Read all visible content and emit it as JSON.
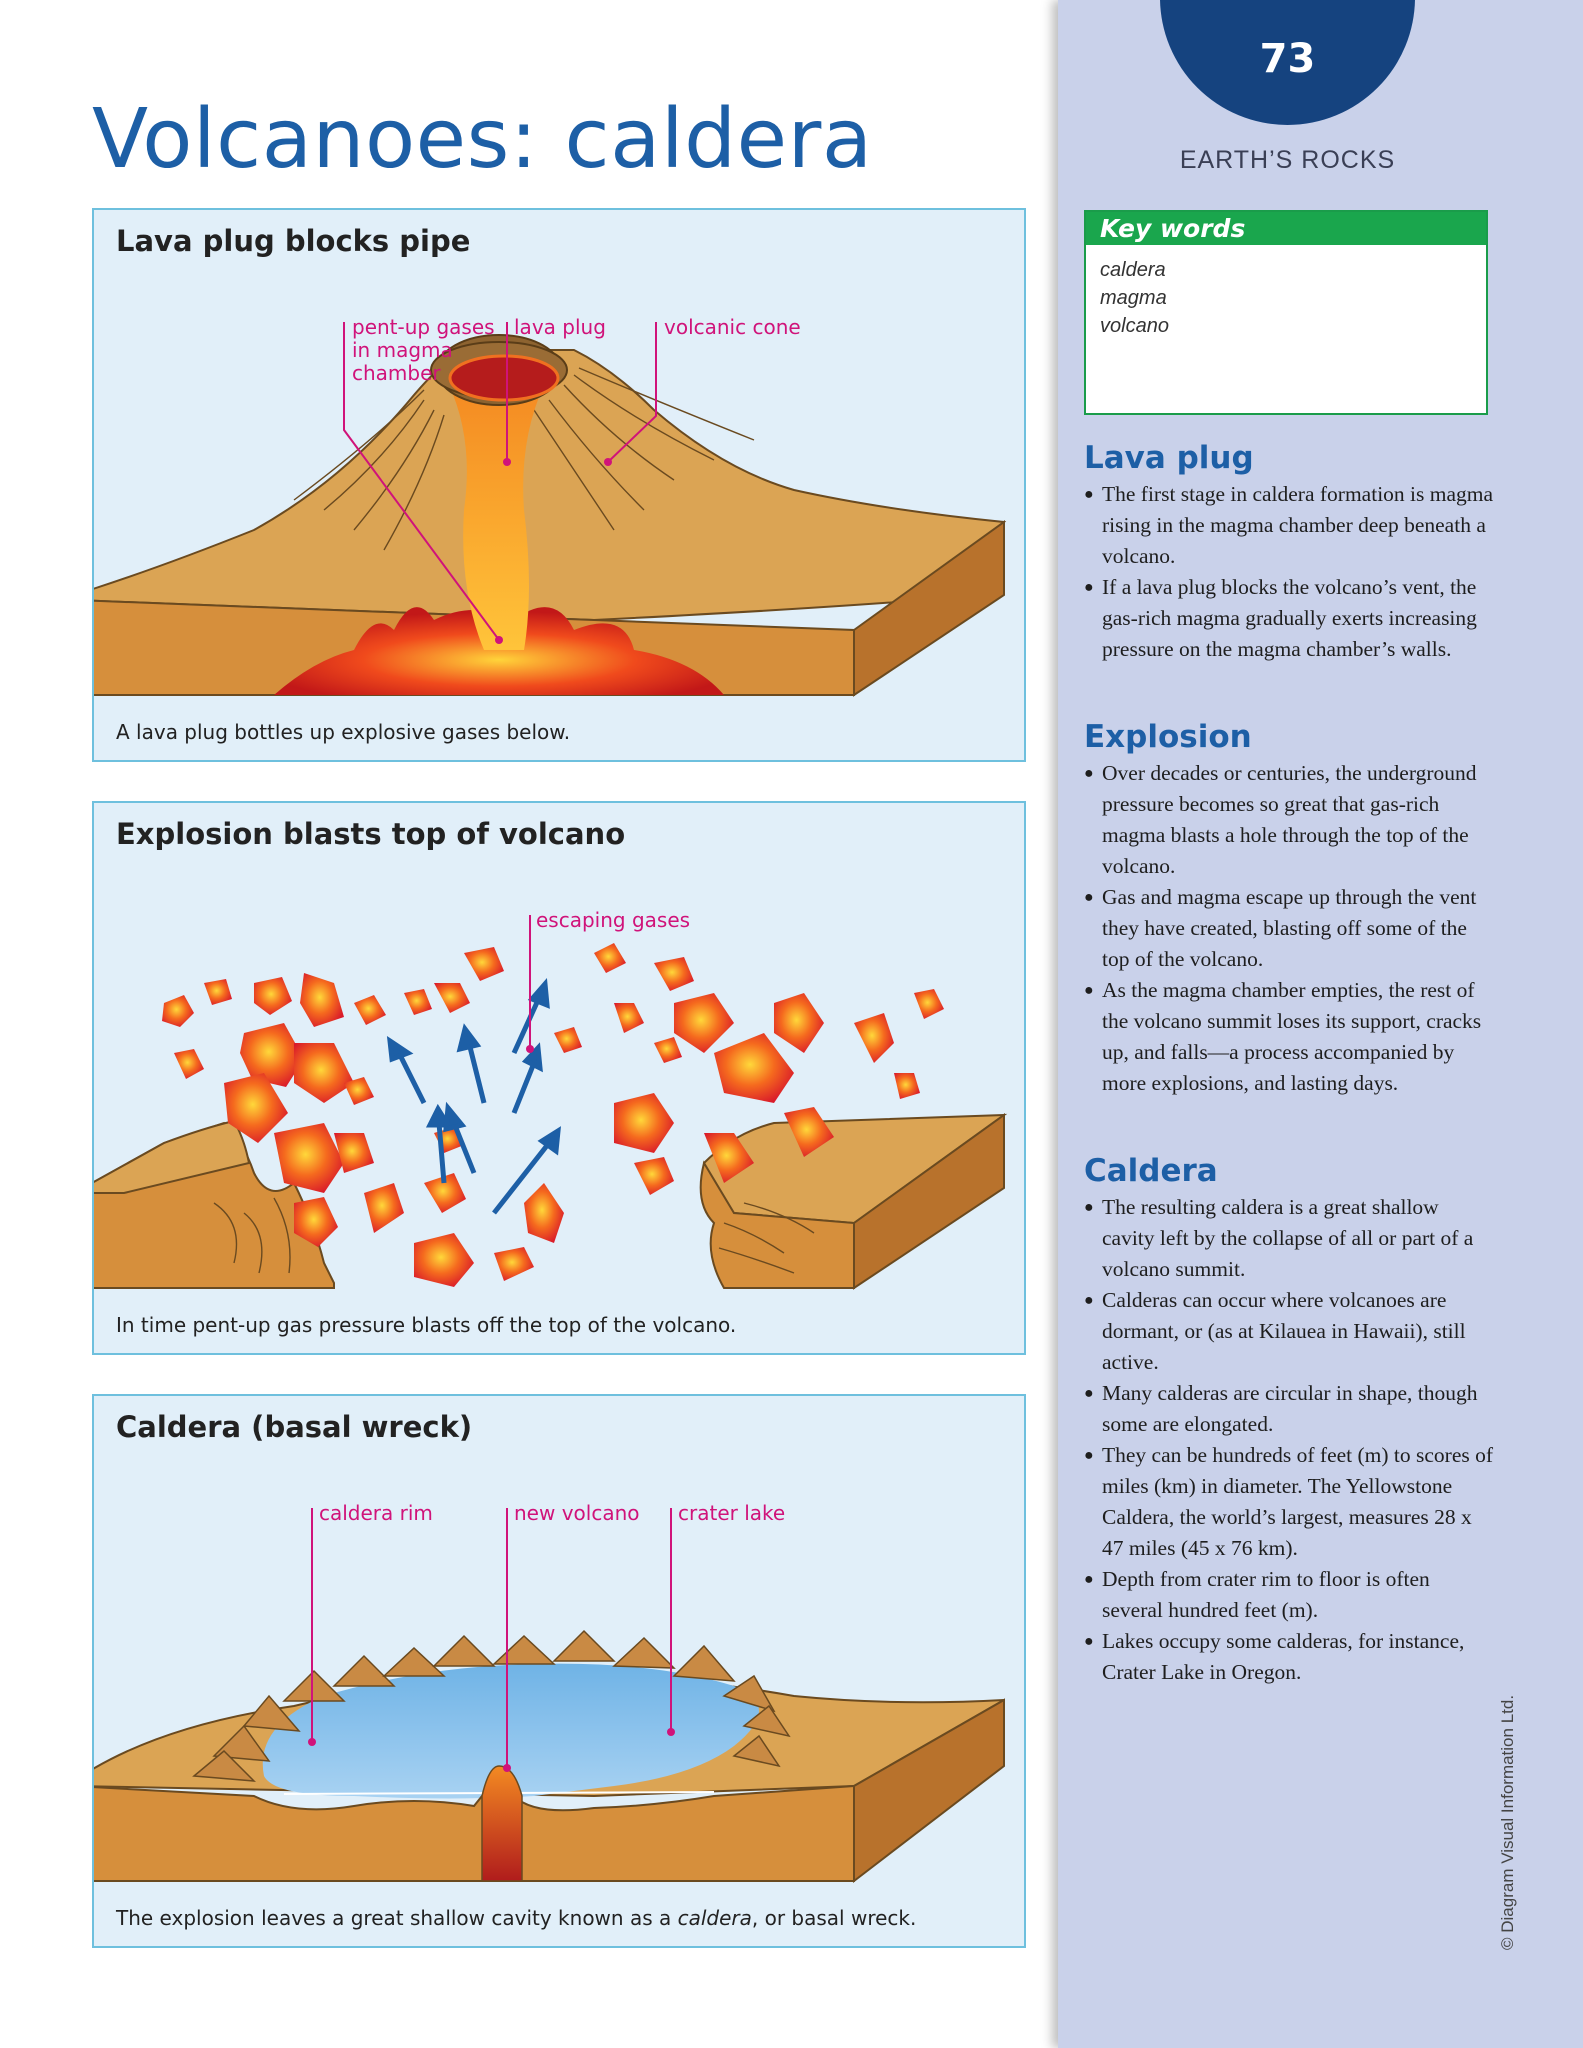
{
  "page": {
    "title": "Volcanoes: caldera",
    "page_number": "73",
    "section": "EARTH’S ROCKS",
    "copyright": "© Diagram Visual Information Ltd."
  },
  "key_words": {
    "heading": "Key words",
    "items": [
      "caldera",
      "magma",
      "volcano"
    ]
  },
  "sections": [
    {
      "heading": "Lava plug",
      "bullets": [
        "The first stage in caldera formation is magma rising in the magma chamber deep beneath a volcano.",
        "If a lava plug blocks the volcano’s vent, the gas-rich magma gradually exerts increasing pressure on the magma chamber’s walls."
      ]
    },
    {
      "heading": "Explosion",
      "bullets": [
        "Over decades or centuries, the underground pressure becomes so great that gas-rich magma blasts a hole through the top of the volcano.",
        "Gas and magma escape up through the vent they have created, blasting off some of the top of the volcano.",
        "As the magma chamber empties, the rest of the volcano summit loses its support, cracks up, and falls—a process accompanied by more explosions, and lasting days."
      ]
    },
    {
      "heading": "Caldera",
      "bullets": [
        "The resulting caldera is a great shallow cavity left by the collapse of all or part of a volcano summit.",
        "Calderas can occur where volcanoes are dormant, or (as at Kilauea in Hawaii), still active.",
        "Many calderas are circular in shape, though some are elongated.",
        "They can be hundreds of feet (m) to scores of miles (km) in diameter. The Yellowstone Caldera, the world’s largest, measures 28 x 47 miles (45 x 76 km).",
        "Depth from crater rim to floor is often several hundred feet (m).",
        "Lakes occupy some calderas, for instance, Crater Lake in Oregon."
      ]
    }
  ],
  "panels": [
    {
      "title": "Lava plug blocks pipe",
      "caption": "A lava plug bottles up explosive gases below.",
      "labels": [
        "pent-up gases\nin magma\nchamber",
        "lava plug",
        "volcanic cone"
      ]
    },
    {
      "title": "Explosion blasts top of volcano",
      "caption": "In time pent-up gas pressure blasts off the top of the volcano.",
      "labels": [
        "escaping gases"
      ]
    },
    {
      "title": "Caldera (basal wreck)",
      "caption_before": "The explosion leaves a great shallow cavity known as a ",
      "caption_em": "caldera",
      "caption_after": ", or basal wreck.",
      "labels": [
        "caldera rim",
        "new volcano",
        "crater lake"
      ]
    }
  ],
  "colors": {
    "title_blue": "#1d5fa6",
    "sidebar_bg": "#c9d1ea",
    "key_green": "#1aa64d",
    "label_magenta": "#d0137a",
    "panel_bg": "#e1eff9"
  }
}
